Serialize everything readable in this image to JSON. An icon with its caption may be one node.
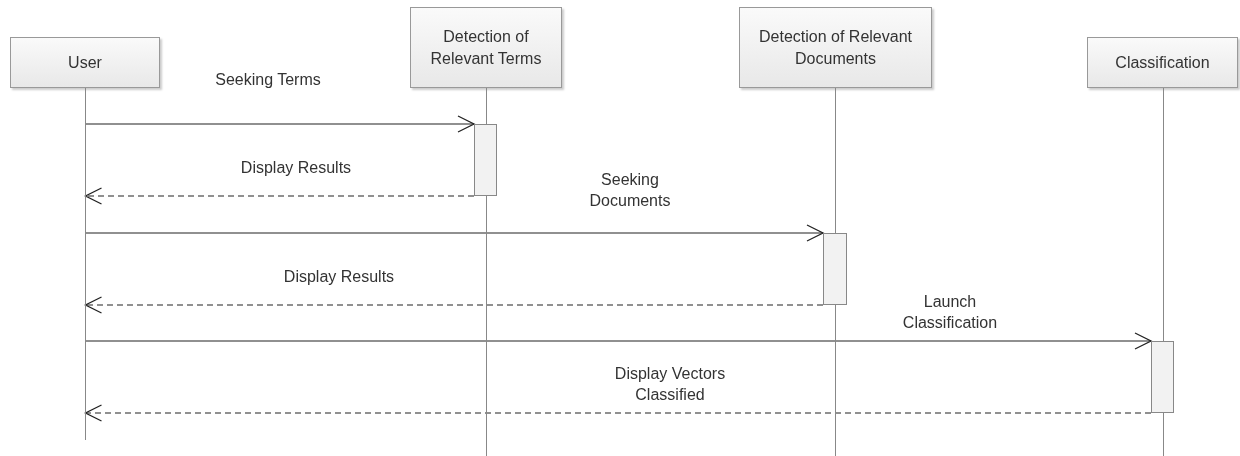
{
  "diagram": {
    "nodes": [
      {
        "text": [
          "User"
        ]
      },
      {
        "text": [
          "Detection of Relevant Terms"
        ]
      },
      {
        "text": [
          "Detection of Relevant Documents"
        ]
      },
      {
        "text": [
          "Classification"
        ]
      },
      {
        "text": [],
        "shape": "line"
      },
      {
        "text": [],
        "shape": "line"
      },
      {
        "text": [],
        "shape": "line"
      },
      {
        "text": [],
        "shape": "line"
      },
      {
        "text": [],
        "shape": "bar"
      },
      {
        "text": [],
        "shape": "bar"
      },
      {
        "text": [],
        "shape": "bar"
      }
    ],
    "edges": [
      {
        "from": 4,
        "to": 8,
        "arrow": "to",
        "label": "Seeking Terms"
      },
      {
        "from": 8,
        "to": 4,
        "arrow": "to",
        "label": "Display Results",
        "style": "dashed"
      },
      {
        "from": 4,
        "to": 9,
        "arrow": "to",
        "label": "Seeking Documents"
      },
      {
        "from": 9,
        "to": 4,
        "arrow": "to",
        "label": "Display Results",
        "style": "dashed"
      },
      {
        "from": 4,
        "to": 10,
        "arrow": "to",
        "label": "Launch Classification"
      },
      {
        "from": 10,
        "to": 4,
        "arrow": "to",
        "label": "Display Vectors Classified",
        "style": "dashed"
      }
    ]
  }
}
